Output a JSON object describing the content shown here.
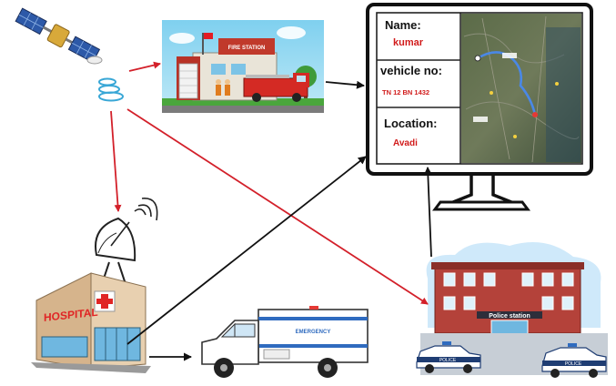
{
  "monitor": {
    "name_label": "Name:",
    "name_value": "kumar",
    "vehicle_label": "vehicle no:",
    "vehicle_value": "TN 12 BN 1432",
    "location_label": "Location:",
    "location_value": "Avadi"
  },
  "fire_station": {
    "sign": "FIRE STATION"
  },
  "hospital": {
    "sign": "HOSPITAL"
  },
  "police_station": {
    "sign": "Police station"
  },
  "police_car": {
    "label": "POLICE"
  },
  "ambulance": {
    "label": "EMERGENCY"
  },
  "colors": {
    "arrow_red": "#d3202a",
    "arrow_black": "#111111",
    "value_red": "#d11b1b",
    "hospital_cross": "#e02525",
    "police_brick": "#b4423a"
  },
  "icons": [
    "satellite-icon",
    "fire-station-icon",
    "monitor-icon",
    "map-icon",
    "dish-antenna-icon",
    "hospital-icon",
    "ambulance-icon",
    "police-station-icon",
    "police-car-icon"
  ]
}
